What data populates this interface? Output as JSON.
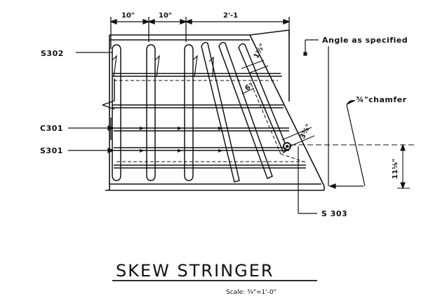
{
  "drawing": {
    "title": "SKEW STRINGER",
    "scale": "Scale: ¾\"=1'-0\"",
    "dimensions": {
      "top_1": "10\"",
      "top_2": "10\"",
      "top_3": "2'-1",
      "skew_spacing_1": "1½\"",
      "skew_spacing_2": "6\"",
      "cover": "3⅝\"",
      "height": "11⅛\""
    },
    "labels": {
      "s302": "S302",
      "c301": "C301",
      "s301": "S301",
      "s303": "S 303",
      "angle": "Angle as specified",
      "chamfer": "¾\"chamfer"
    }
  }
}
